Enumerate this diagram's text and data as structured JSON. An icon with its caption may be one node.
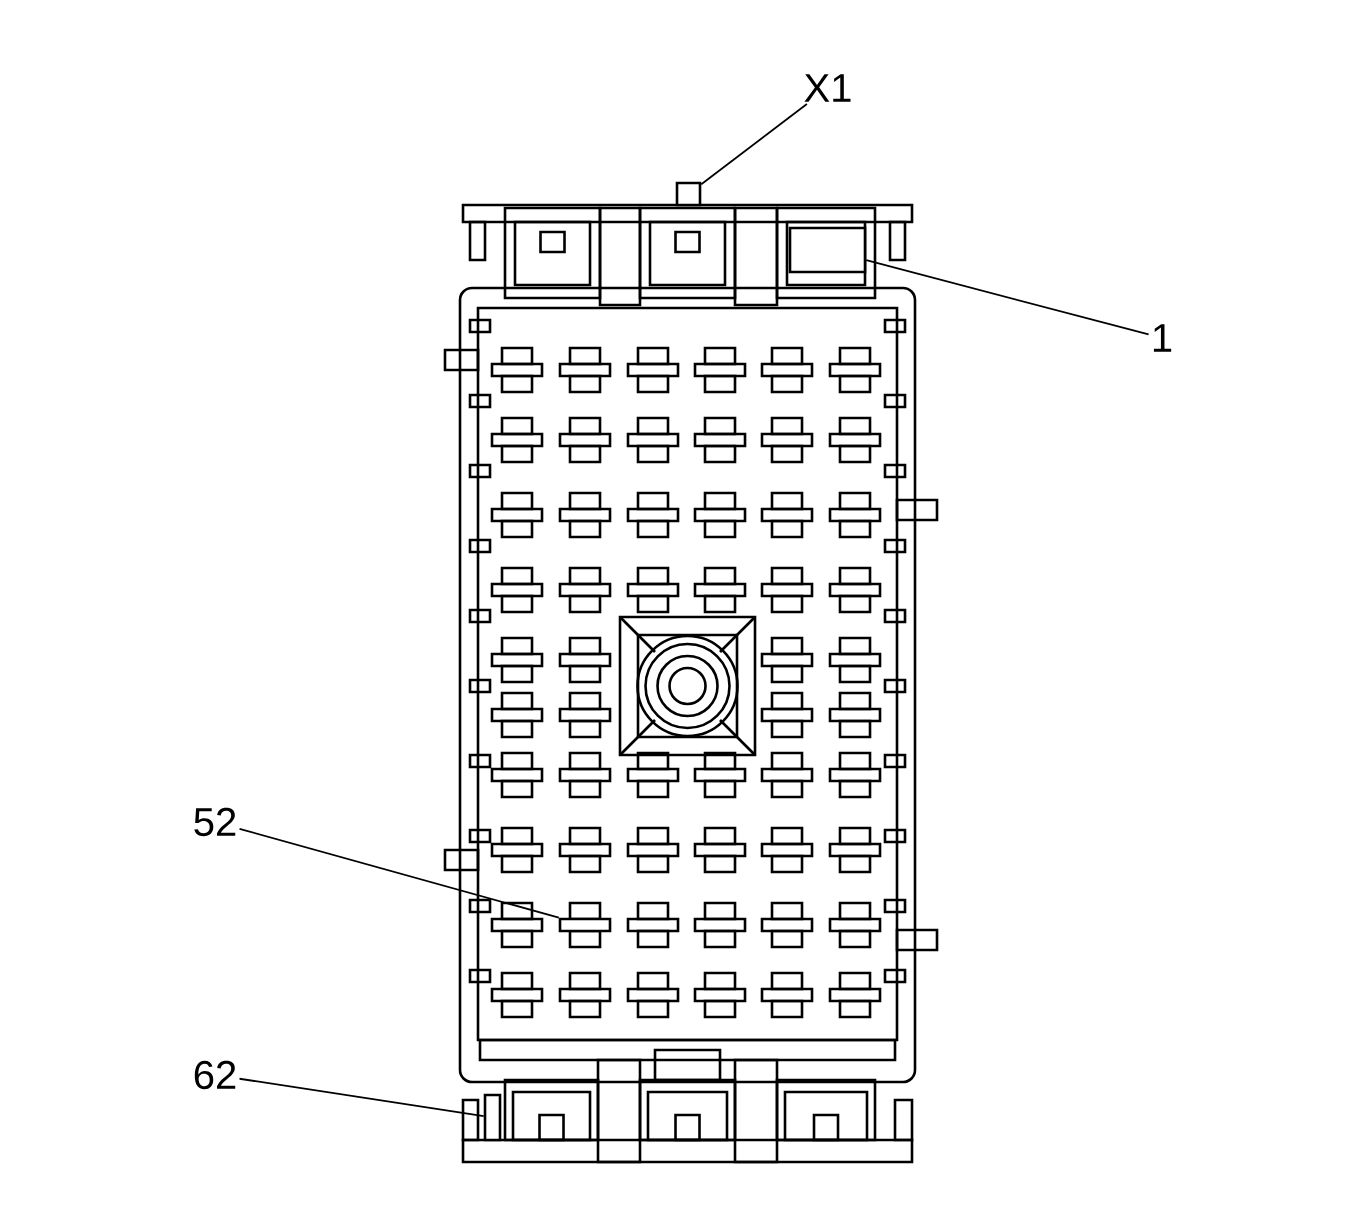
{
  "diagram": {
    "nodes": [
      {
        "text": [
          "X1"
        ]
      },
      {
        "text": [],
        "shape": "box"
      },
      {
        "text": [
          "1"
        ]
      },
      {
        "text": [],
        "shape": "box"
      },
      {
        "text": [
          "52"
        ]
      },
      {
        "text": [],
        "shape": "box"
      },
      {
        "text": [
          "62"
        ]
      },
      {
        "text": [],
        "shape": "box"
      }
    ],
    "edges": [
      {
        "from": 0,
        "to": 1,
        "arrow": "none"
      },
      {
        "from": 2,
        "to": 3,
        "arrow": "none"
      },
      {
        "from": 4,
        "to": 5,
        "arrow": "none"
      },
      {
        "from": 6,
        "to": 7,
        "arrow": "none"
      }
    ]
  }
}
